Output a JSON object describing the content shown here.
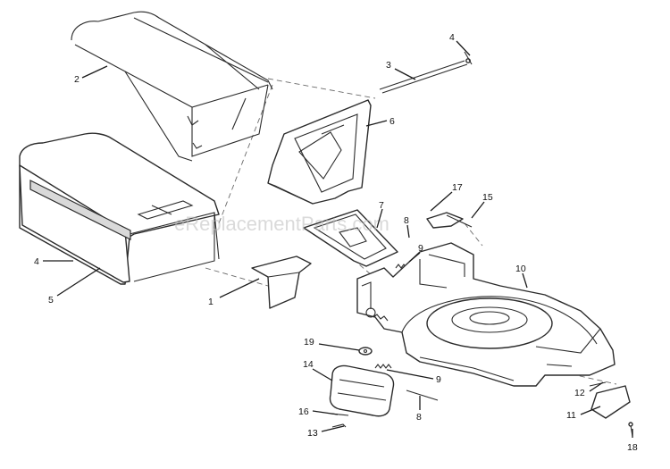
{
  "watermark": "eReplacementParts.com",
  "callouts": [
    {
      "label": "1"
    },
    {
      "label": "2"
    },
    {
      "label": "3"
    },
    {
      "label": "4"
    },
    {
      "label": "4"
    },
    {
      "label": "5"
    },
    {
      "label": "6"
    },
    {
      "label": "7"
    },
    {
      "label": "8"
    },
    {
      "label": "8"
    },
    {
      "label": "9"
    },
    {
      "label": "9"
    },
    {
      "label": "10"
    },
    {
      "label": "11"
    },
    {
      "label": "12"
    },
    {
      "label": "13"
    },
    {
      "label": "14"
    },
    {
      "label": "15"
    },
    {
      "label": "16"
    },
    {
      "label": "17"
    },
    {
      "label": "18"
    },
    {
      "label": "19"
    }
  ]
}
